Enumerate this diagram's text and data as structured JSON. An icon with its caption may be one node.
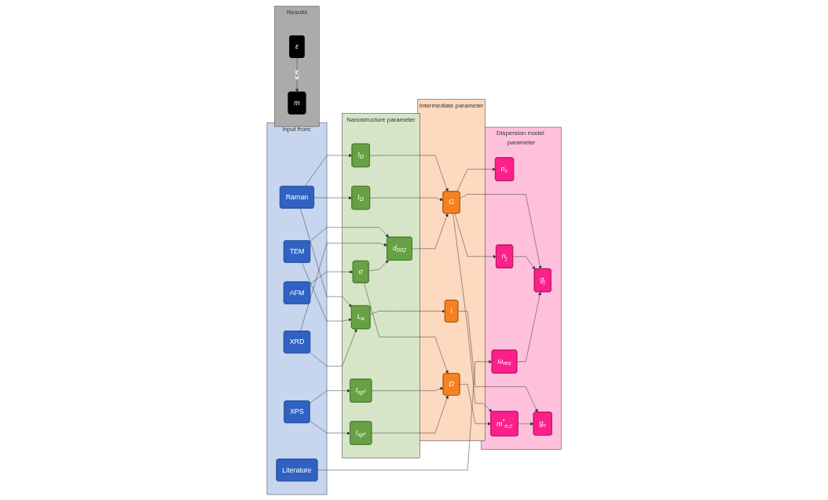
{
  "diagram": {
    "nodes": [
      {
        "text": [
          "Input from:"
        ]
      },
      {
        "text": [
          "Raman"
        ],
        "in": 0
      },
      {
        "text": [
          "TEM"
        ],
        "in": 0
      },
      {
        "text": [
          "AFM"
        ],
        "in": 0
      },
      {
        "text": [
          "XPS"
        ],
        "in": 0
      },
      {
        "text": [
          "Literature"
        ],
        "in": 0
      },
      {
        "text": [
          "XRD"
        ],
        "in": 0
      },
      {
        "text": [
          "Nanostructure parameter"
        ]
      },
      {
        "text": [
          "I$_{D}$"
        ],
        "in": 7
      },
      {
        "text": [
          "I$_{G}$"
        ],
        "in": 7
      },
      {
        "text": [
          "d$_{002}$"
        ],
        "in": 7
      },
      {
        "text": [
          "σ"
        ],
        "in": 7
      },
      {
        "text": [
          "I$_{sp³}$"
        ],
        "in": 7
      },
      {
        "text": [
          "I$_{sp²}$"
        ],
        "in": 7
      },
      {
        "text": [
          "L$_{a}$"
        ],
        "in": 7
      },
      {
        "text": [
          "Intermediate parameter"
        ]
      },
      {
        "text": [
          "G"
        ],
        "in": 15
      },
      {
        "text": [
          "D"
        ],
        "in": 15
      },
      {
        "text": [
          "l"
        ],
        "in": 15
      },
      {
        "text": [
          "Dispersion model parameter"
        ]
      },
      {
        "text": [
          "n$_{c}$"
        ],
        "in": 19
      },
      {
        "text": [
          "n$_{j}$"
        ],
        "in": 19
      },
      {
        "text": [
          "g$_{j}$"
        ],
        "in": 19
      },
      {
        "text": [
          "ω$_{res}$"
        ],
        "in": 19
      },
      {
        "text": [
          "g$_{c}$"
        ],
        "in": 19
      },
      {
        "text": [
          "m$^{*}$$_{e,c}$"
        ],
        "in": 19
      },
      {
        "text": [
          "Results"
        ]
      },
      {
        "text": [
          "ε"
        ],
        "in": 26
      },
      {
        "text": [
          "m"
        ],
        "in": 26
      }
    ],
    "edges": [
      {
        "from": 1,
        "to": 8,
        "arrow": "to"
      },
      {
        "from": 1,
        "to": 9,
        "arrow": "to"
      },
      {
        "from": 1,
        "to": 14,
        "arrow": "to"
      },
      {
        "from": 2,
        "to": 10,
        "arrow": "to"
      },
      {
        "from": 2,
        "to": 14,
        "arrow": "to"
      },
      {
        "from": 3,
        "to": 11,
        "arrow": "to"
      },
      {
        "from": 4,
        "to": 12,
        "arrow": "to"
      },
      {
        "from": 4,
        "to": 13,
        "arrow": "to"
      },
      {
        "from": 5,
        "to": 23,
        "arrow": "to"
      },
      {
        "from": 6,
        "to": 10,
        "arrow": "to"
      },
      {
        "from": 6,
        "to": 14,
        "arrow": "to"
      },
      {
        "from": 8,
        "to": 16,
        "arrow": "to"
      },
      {
        "from": 9,
        "to": 16,
        "arrow": "to"
      },
      {
        "from": 10,
        "to": 16,
        "arrow": "to"
      },
      {
        "from": 11,
        "to": 10,
        "arrow": "to"
      },
      {
        "from": 11,
        "to": 17,
        "arrow": "to"
      },
      {
        "from": 12,
        "to": 17,
        "arrow": "to"
      },
      {
        "from": 13,
        "to": 17,
        "arrow": "to"
      },
      {
        "from": 14,
        "to": 18,
        "arrow": "to"
      },
      {
        "from": 16,
        "to": 20,
        "arrow": "to"
      },
      {
        "from": 16,
        "to": 21,
        "arrow": "to"
      },
      {
        "from": 16,
        "to": 22,
        "arrow": "to"
      },
      {
        "from": 16,
        "to": 25,
        "arrow": "to"
      },
      {
        "from": 17,
        "to": 25,
        "arrow": "to"
      },
      {
        "from": 18,
        "to": 24,
        "arrow": "to"
      },
      {
        "from": 21,
        "to": 22,
        "arrow": "to"
      },
      {
        "from": 23,
        "to": 22,
        "arrow": "to"
      },
      {
        "from": 25,
        "to": 24,
        "arrow": "to"
      },
      {
        "from": 27,
        "to": 28,
        "label": "√",
        "arrow": "to"
      }
    ]
  }
}
